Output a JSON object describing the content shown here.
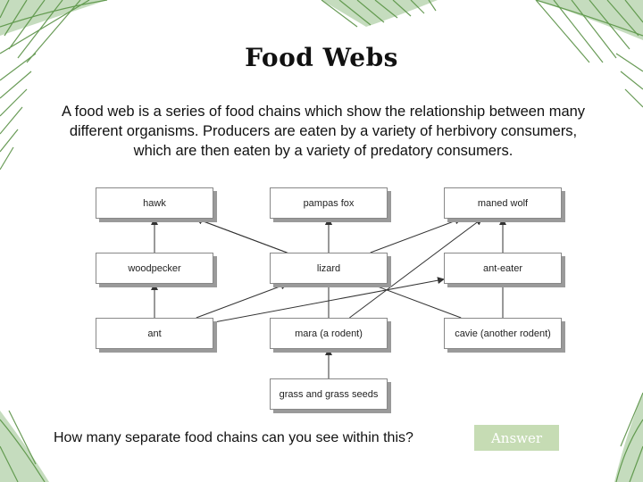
{
  "title": "Food Webs",
  "intro": "A food web is a series of food chains which show the relationship between many different organisms. Producers are eaten by a variety of herbivory consumers, which are then eaten by a variety of predatory consumers.",
  "diagram": {
    "nodes": {
      "hawk": "hawk",
      "pampas_fox": "pampas fox",
      "maned_wolf": "maned wolf",
      "woodpecker": "woodpecker",
      "lizard": "lizard",
      "ant_eater": "ant-eater",
      "ant": "ant",
      "mara": "mara (a rodent)",
      "cavie": "cavie (another rodent)",
      "grass": "grass and grass seeds"
    },
    "links": [
      {
        "from": "grass",
        "to": "mara"
      },
      {
        "from": "mara",
        "to": "pampas_fox"
      },
      {
        "from": "mara",
        "to": "maned_wolf"
      },
      {
        "from": "ant",
        "to": "woodpecker"
      },
      {
        "from": "ant",
        "to": "lizard"
      },
      {
        "from": "ant",
        "to": "ant_eater"
      },
      {
        "from": "woodpecker",
        "to": "hawk"
      },
      {
        "from": "lizard",
        "to": "hawk"
      },
      {
        "from": "lizard",
        "to": "pampas_fox"
      },
      {
        "from": "lizard",
        "to": "maned_wolf"
      },
      {
        "from": "cavie",
        "to": "maned_wolf"
      },
      {
        "from": "cavie",
        "to": "hawk"
      }
    ]
  },
  "question": "How many separate food chains can you see within this?",
  "answer_button": "Answer"
}
